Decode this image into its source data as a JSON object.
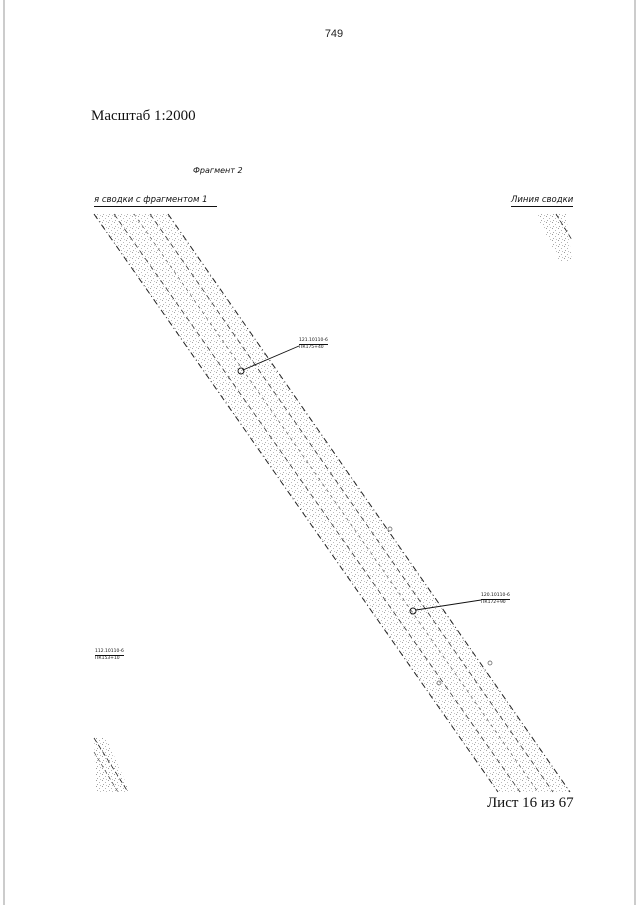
{
  "page_number": "749",
  "scale_label": "Масштаб 1:2000",
  "fragment_title": "Фрагмент 2",
  "match_lines": {
    "left": "я сводки с фрагментом 1",
    "right": "Линия сводки"
  },
  "callouts": [
    {
      "line1": "121.10110-6",
      "line2": "ПК175+40"
    },
    {
      "line1": "120.10110-6",
      "line2": "ПК172+90"
    },
    {
      "line1": "112.10110-6",
      "line2": "ПК153+10"
    }
  ],
  "sheet_label": "Лист 16 из 67"
}
